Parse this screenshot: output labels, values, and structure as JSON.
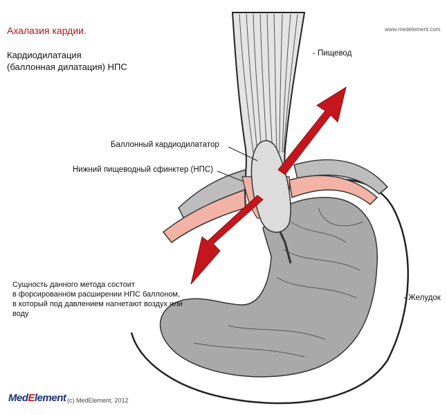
{
  "header": {
    "title": "Ахалазия кардии.",
    "subtitle_line1": "Кардиодилатация",
    "subtitle_line2": "(баллонная дилатация) НПС",
    "website": "www.medelement.com"
  },
  "labels": {
    "esophagus": "- Пищевод",
    "balloon": "Баллонный кардиодилататор",
    "sphincter": "Нижний пищеводный сфинктер (НПС)",
    "stomach": "- Желудок"
  },
  "note": {
    "line1": "Сущность данного метода состоит",
    "line2": "в форсированном расширении НПС баллоном,",
    "line3": "в который под давлением нагнетают воздух или воду"
  },
  "footer": {
    "logo_text_a": "Med",
    "logo_text_b": "E",
    "logo_text_c": "lement",
    "copyright": "(c) MedElement, 2012"
  },
  "colors": {
    "title": "#b5121b",
    "arrow": "#c4161c",
    "sphincter": "#f2b3a6",
    "tissue": "#cfcfcf",
    "stomach_fill": "#a9a9a9",
    "logo_blue": "#1c2f7a"
  }
}
